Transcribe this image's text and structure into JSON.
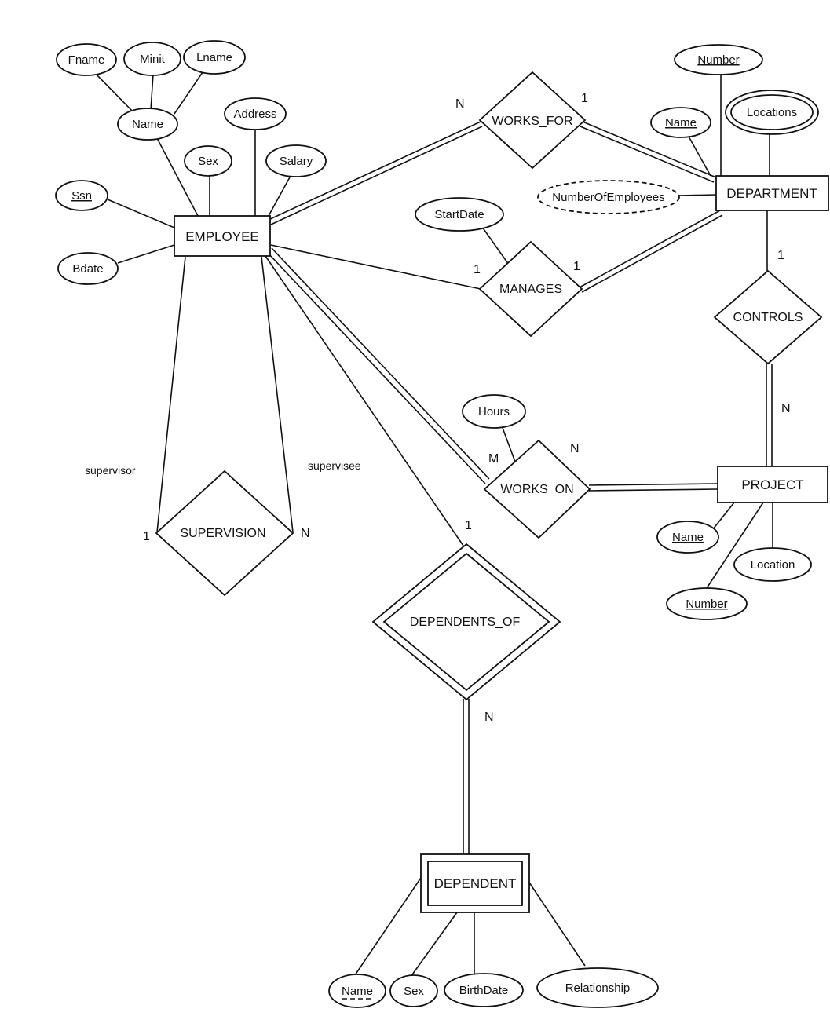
{
  "entities": {
    "employee": "EMPLOYEE",
    "department": "DEPARTMENT",
    "project": "PROJECT",
    "dependent": "DEPENDENT"
  },
  "relationships": {
    "works_for": "WORKS_FOR",
    "manages": "MANAGES",
    "controls": "CONTROLS",
    "works_on": "WORKS_ON",
    "supervision": "SUPERVISION",
    "dependents_of": "DEPENDENTS_OF"
  },
  "attributes": {
    "emp_fname": "Fname",
    "emp_minit": "Minit",
    "emp_lname": "Lname",
    "emp_name": "Name",
    "emp_address": "Address",
    "emp_sex": "Sex",
    "emp_salary": "Salary",
    "emp_ssn": "Ssn",
    "emp_bdate": "Bdate",
    "dept_number": "Number",
    "dept_name": "Name",
    "dept_locations": "Locations",
    "dept_num_employees": "NumberOfEmployees",
    "manages_startdate": "StartDate",
    "works_on_hours": "Hours",
    "proj_name": "Name",
    "proj_location": "Location",
    "proj_number": "Number",
    "dep_name": "Name",
    "dep_sex": "Sex",
    "dep_birthdate": "BirthDate",
    "dep_relationship": "Relationship"
  },
  "cardinalities": {
    "works_for_emp": "N",
    "works_for_dept": "1",
    "manages_emp": "1",
    "manages_dept": "1",
    "controls_dept": "1",
    "controls_proj": "N",
    "works_on_emp": "M",
    "works_on_proj": "N",
    "supervision_supervisor": "1",
    "supervision_supervisee": "N",
    "dependents_of_emp": "1",
    "dependents_of_dep": "N"
  },
  "roles": {
    "supervisor": "supervisor",
    "supervisee": "supervisee"
  }
}
